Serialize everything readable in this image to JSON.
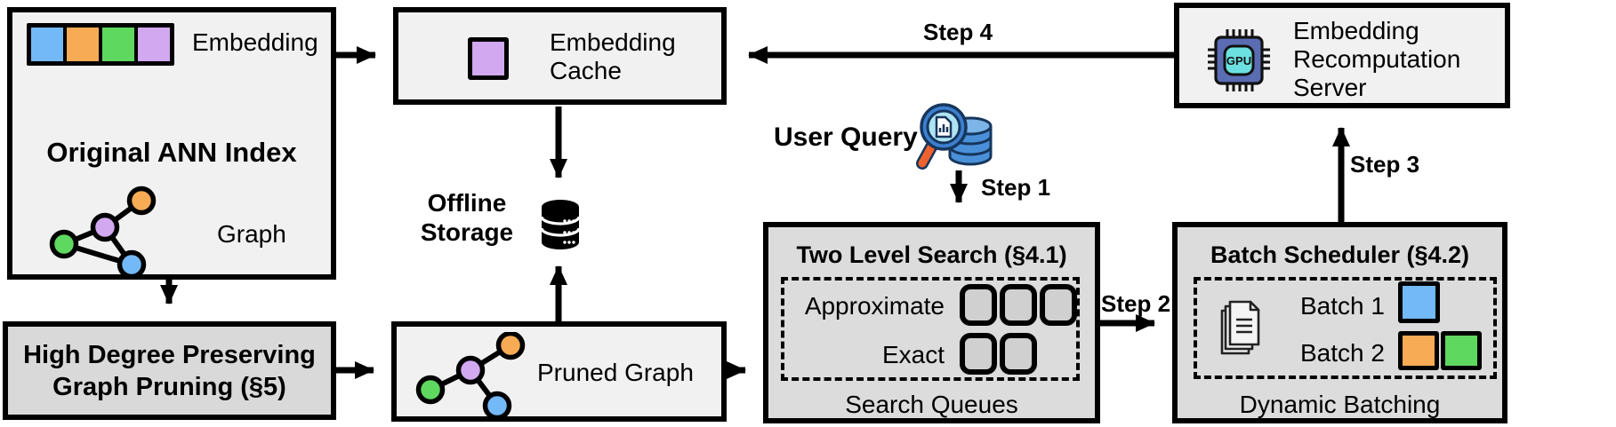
{
  "colors": {
    "node_blue": "#74b9f7",
    "node_orange": "#f7ab55",
    "node_green": "#5fd85f",
    "node_purple": "#d2a8f0",
    "box_light": "#f1f1f1",
    "box_dark": "#dcdcdc",
    "chip_body": "#5a6cb2",
    "chip_inner": "#6ce0e0",
    "query_glass": "#aee3f2",
    "query_handle": "#f0622d",
    "query_db": "#4a90d9"
  },
  "ann_index": {
    "embedding_label": "Embedding",
    "title": "Original ANN Index",
    "graph_label": "Graph"
  },
  "embedding_cache": {
    "line1": "Embedding",
    "line2": "Cache"
  },
  "offline_storage": {
    "line1": "Offline",
    "line2": "Storage"
  },
  "high_degree_pruning": {
    "line1": "High Degree Preserving",
    "line2": "Graph Pruning (§5)"
  },
  "pruned_graph": {
    "label": "Pruned Graph"
  },
  "user_query": {
    "label": "User Query"
  },
  "two_level_search": {
    "title": "Two Level Search (§4.1)",
    "row1_label": "Approximate",
    "row2_label": "Exact",
    "caption": "Search Queues"
  },
  "batch_scheduler": {
    "title": "Batch Scheduler (§4.2)",
    "batch1_label": "Batch 1",
    "batch2_label": "Batch 2",
    "caption": "Dynamic Batching"
  },
  "recomputation_server": {
    "line1": "Embedding",
    "line2": "Recomputation",
    "line3": "Server",
    "chip_label": "GPU"
  },
  "steps": {
    "step1": "Step 1",
    "step2": "Step 2",
    "step3": "Step 3",
    "step4": "Step 4"
  }
}
